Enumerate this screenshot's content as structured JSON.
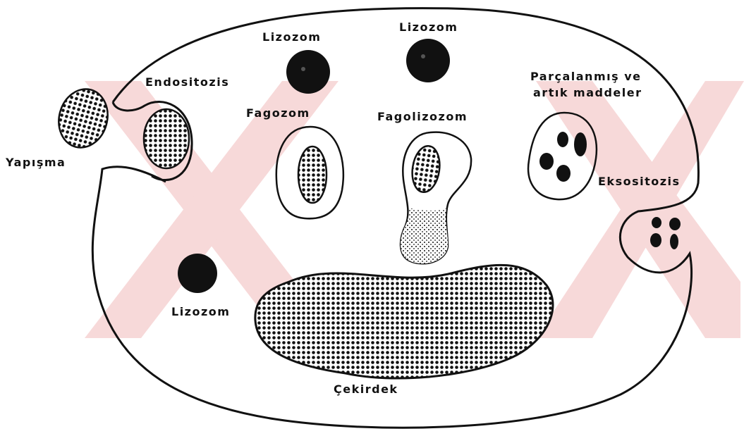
{
  "colors": {
    "outline": "#111111",
    "watermark": "#f6d3d3",
    "background": "#ffffff"
  },
  "labels": {
    "lizozom_1": "Lizozom",
    "lizozom_2": "Lizozom",
    "lizozom_3": "Lizozom",
    "endositozis": "Endositozis",
    "fagozom": "Fagozom",
    "fagolizozom": "Fagolizozom",
    "parcalanmis_line1": "Parçalanmış ve",
    "parcalanmis_line2": "artık maddeler",
    "yapisma": "Yapışma",
    "eksositozis": "Eksositozis",
    "cekirdek": "Çekirdek"
  }
}
